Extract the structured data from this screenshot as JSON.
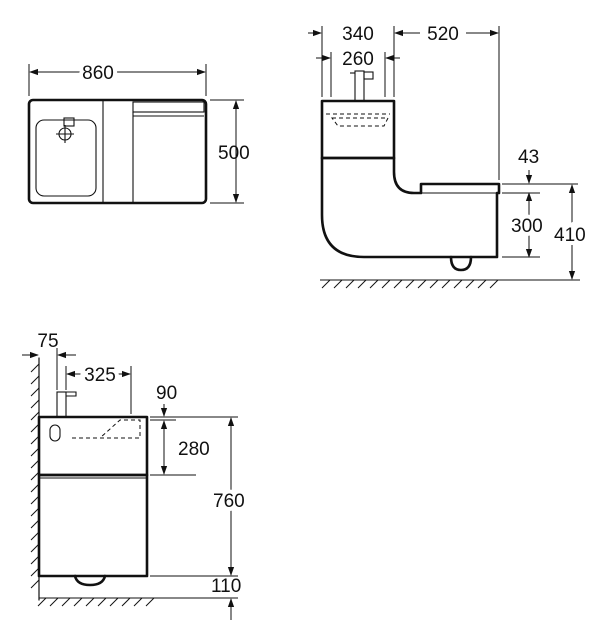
{
  "top_view": {
    "width_label": "860",
    "depth_label": "500"
  },
  "side_view": {
    "basin_depth_label": "340",
    "tap_spacing_label": "260",
    "extension_label": "520",
    "seat_thickness_label": "43",
    "seat_to_base_label": "300",
    "seat_height_label": "410"
  },
  "front_view": {
    "tap_offset_label": "75",
    "tap_reach_label": "325",
    "rim_to_bowl_label": "90",
    "bowl_depth_label": "280",
    "overall_height_label": "760",
    "floor_clearance_label": "110"
  }
}
